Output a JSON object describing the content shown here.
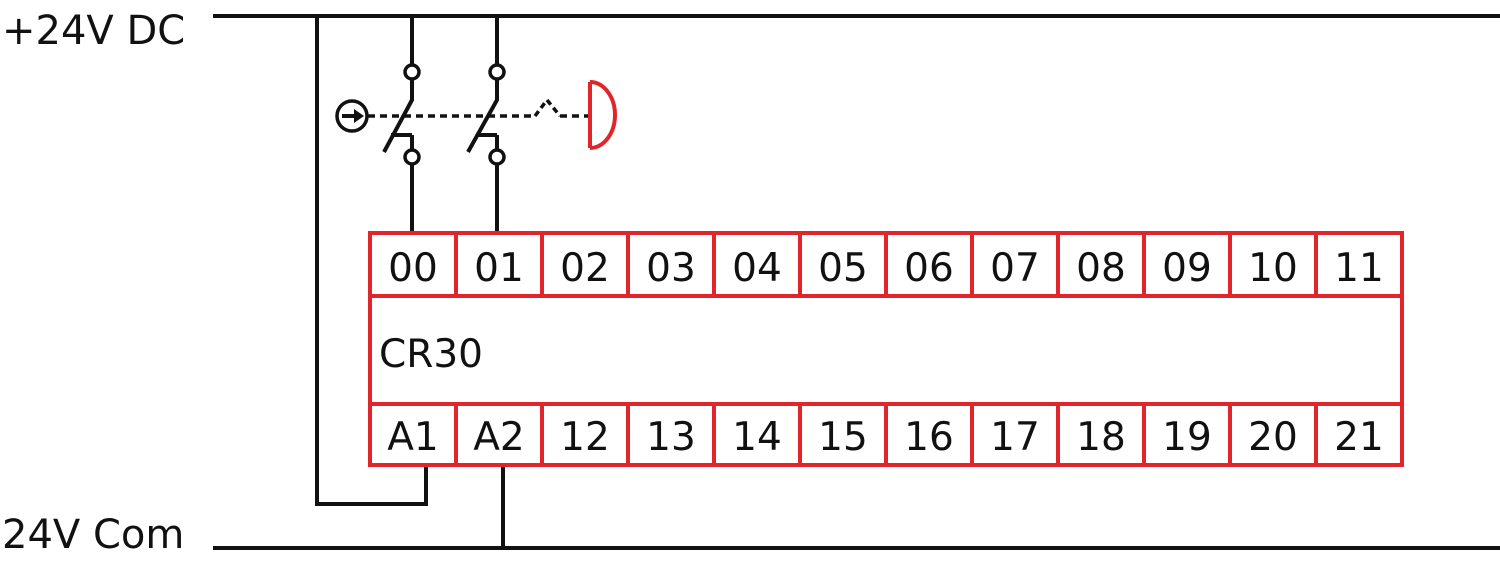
{
  "rails": {
    "positive_label": "+24V DC",
    "common_label": "24V Com"
  },
  "relay": {
    "name": "CR30",
    "top_terminals": [
      "00",
      "01",
      "02",
      "03",
      "04",
      "05",
      "06",
      "07",
      "08",
      "09",
      "10",
      "11"
    ],
    "bottom_terminals": [
      "A1",
      "A2",
      "12",
      "13",
      "14",
      "15",
      "16",
      "17",
      "18",
      "19",
      "20",
      "21"
    ]
  },
  "colors": {
    "wire": "#111111",
    "relay": "#e0262b",
    "background": "#ffffff"
  },
  "icons": {
    "reset": "arrow-circle-icon",
    "actuator": "mushroom-pushbutton-icon",
    "switch": "normally-closed-contact-icon"
  }
}
